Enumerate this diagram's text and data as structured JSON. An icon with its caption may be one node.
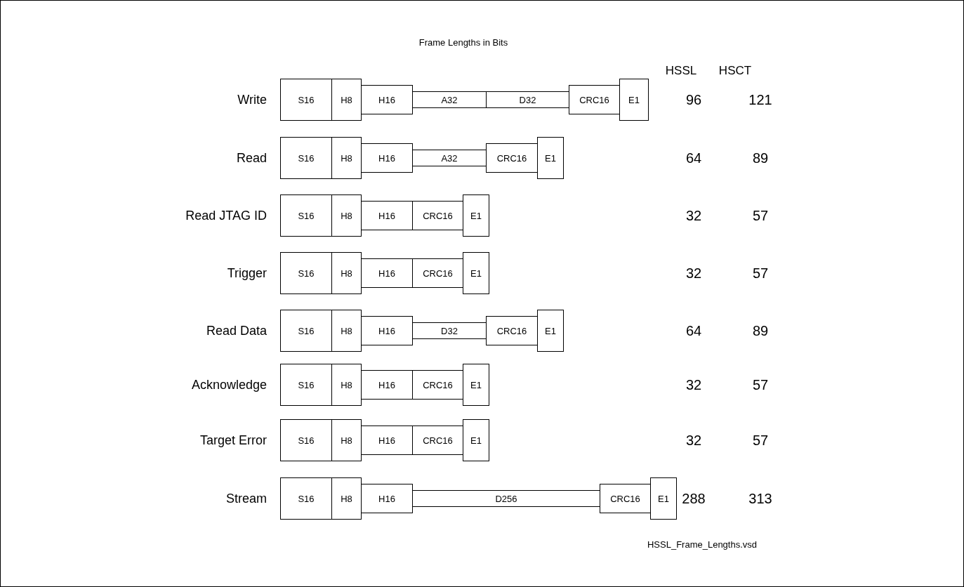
{
  "diagram": {
    "title": "Frame Lengths in Bits",
    "nodes": [
      {
        "text": [
          "S16"
        ],
        "beside": [
          "Write"
        ]
      },
      {
        "text": [
          "H8"
        ]
      },
      {
        "text": [
          "H16"
        ]
      },
      {
        "text": [
          "A32"
        ]
      },
      {
        "text": [
          "D32"
        ]
      },
      {
        "text": [
          "CRC16"
        ]
      },
      {
        "text": [
          "E1"
        ]
      },
      {
        "text": [
          "S16"
        ],
        "beside": [
          "Read"
        ]
      },
      {
        "text": [
          "H8"
        ]
      },
      {
        "text": [
          "H16"
        ]
      },
      {
        "text": [
          "A32"
        ]
      },
      {
        "text": [
          "CRC16"
        ]
      },
      {
        "text": [
          "E1"
        ]
      },
      {
        "text": [
          "S16"
        ],
        "beside": [
          "Read JTAG ID"
        ]
      },
      {
        "text": [
          "H8"
        ]
      },
      {
        "text": [
          "H16"
        ]
      },
      {
        "text": [
          "CRC16"
        ]
      },
      {
        "text": [
          "E1"
        ]
      },
      {
        "text": [
          "S16"
        ],
        "beside": [
          "Trigger"
        ]
      },
      {
        "text": [
          "H8"
        ]
      },
      {
        "text": [
          "H16"
        ]
      },
      {
        "text": [
          "CRC16"
        ]
      },
      {
        "text": [
          "E1"
        ]
      },
      {
        "text": [
          "S16"
        ],
        "beside": [
          "Read Data"
        ]
      },
      {
        "text": [
          "H8"
        ]
      },
      {
        "text": [
          "H16"
        ]
      },
      {
        "text": [
          "D32"
        ]
      },
      {
        "text": [
          "CRC16"
        ]
      },
      {
        "text": [
          "E1"
        ]
      },
      {
        "text": [
          "S16"
        ],
        "beside": [
          "Acknowledge"
        ]
      },
      {
        "text": [
          "H8"
        ]
      },
      {
        "text": [
          "H16"
        ]
      },
      {
        "text": [
          "CRC16"
        ]
      },
      {
        "text": [
          "E1"
        ]
      },
      {
        "text": [
          "S16"
        ],
        "beside": [
          "Target Error"
        ]
      },
      {
        "text": [
          "H8"
        ]
      },
      {
        "text": [
          "H16"
        ]
      },
      {
        "text": [
          "CRC16"
        ]
      },
      {
        "text": [
          "E1"
        ]
      },
      {
        "text": [
          "S16"
        ],
        "beside": [
          "Stream"
        ]
      },
      {
        "text": [
          "H8"
        ]
      },
      {
        "text": [
          "H16"
        ]
      },
      {
        "text": [
          "D256"
        ]
      },
      {
        "text": [
          "CRC16"
        ]
      },
      {
        "text": [
          "E1"
        ]
      }
    ],
    "labels": [
      "HSSL",
      "HSCT",
      "96",
      "121",
      "64",
      "89",
      "32",
      "57",
      "32",
      "57",
      "64",
      "89",
      "32",
      "57",
      "32",
      "57",
      "288",
      "313",
      "HSSL_Frame_Lengths.vsd"
    ]
  }
}
